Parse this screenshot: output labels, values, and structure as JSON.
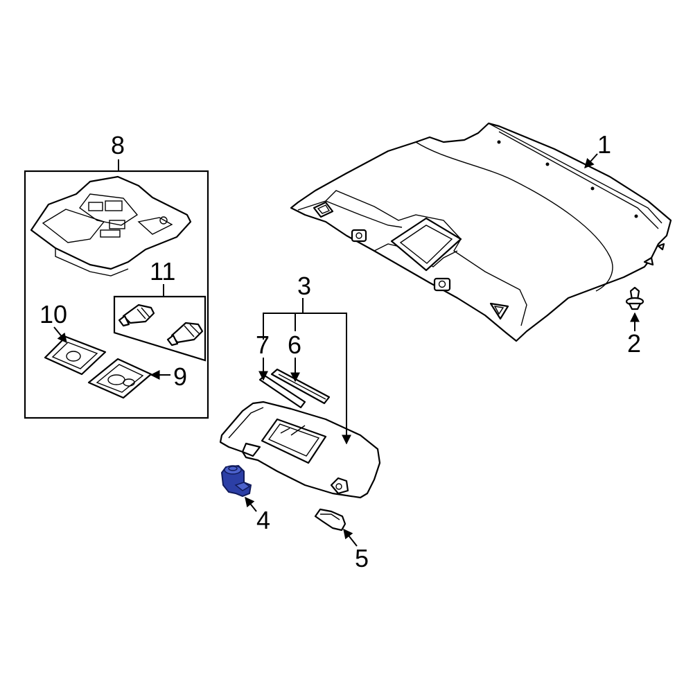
{
  "callouts": {
    "c1": "1",
    "c2": "2",
    "c3": "3",
    "c4": "4",
    "c5": "5",
    "c6": "6",
    "c7": "7",
    "c8": "8",
    "c9": "9",
    "c10": "10",
    "c11": "11"
  },
  "colors": {
    "highlighted_part": "#2c3fa6",
    "line": "#000000",
    "background": "#ffffff"
  },
  "highlighted_part": "4"
}
